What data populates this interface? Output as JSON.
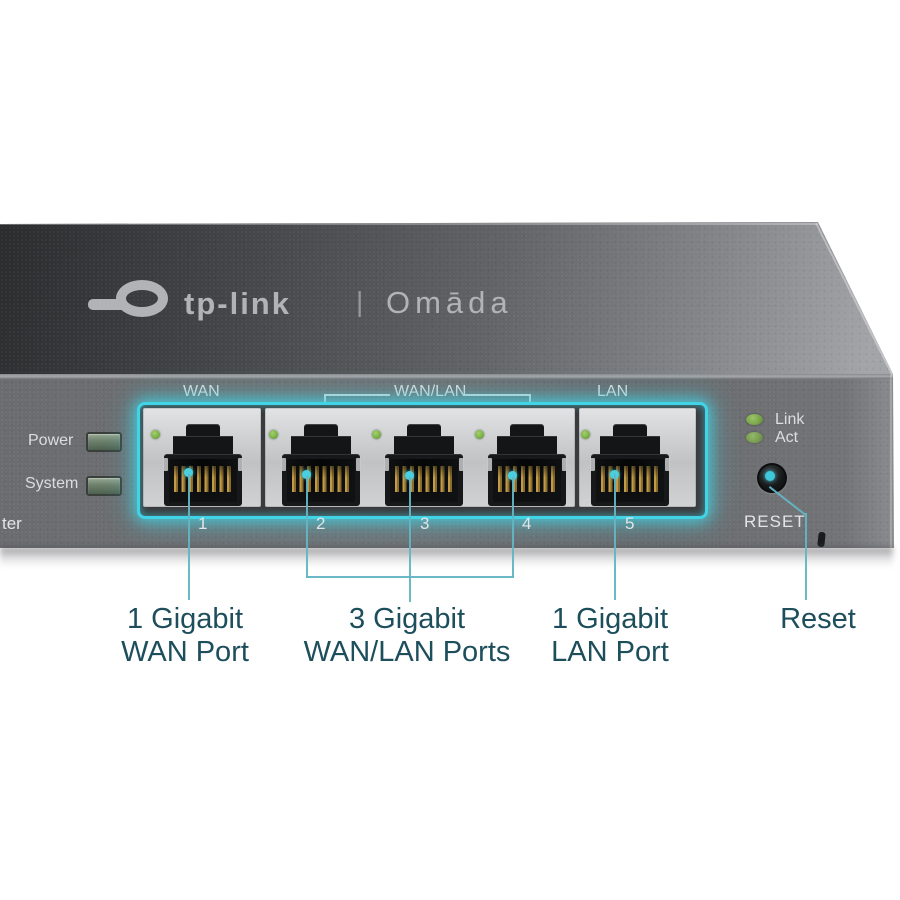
{
  "device": {
    "logo": {
      "brand": "tp-link",
      "separator": "|",
      "family": "Omāda"
    },
    "front_panel": {
      "power_label": "Power",
      "system_label": "System",
      "partial_text": "ter",
      "port_group_labels": {
        "wan": "WAN",
        "wan_lan": "WAN/LAN",
        "lan": "LAN"
      },
      "port_numbers": [
        "1",
        "2",
        "3",
        "4",
        "5"
      ],
      "link_label": "Link",
      "act_label": "Act",
      "reset_label": "RESET"
    }
  },
  "callouts": {
    "wan": {
      "line1": "1 Gigabit",
      "line2": "WAN Port"
    },
    "wan_lan": {
      "line1": "3 Gigabit",
      "line2": "WAN/LAN Ports"
    },
    "lan": {
      "line1": "1 Gigabit",
      "line2": "LAN Port"
    },
    "reset": {
      "label": "Reset"
    }
  },
  "colors": {
    "highlight_cyan": "#41d4e6",
    "leader_teal": "#63b5c4",
    "callout_text": "#1d4e5c",
    "led_green": "#76b043"
  }
}
